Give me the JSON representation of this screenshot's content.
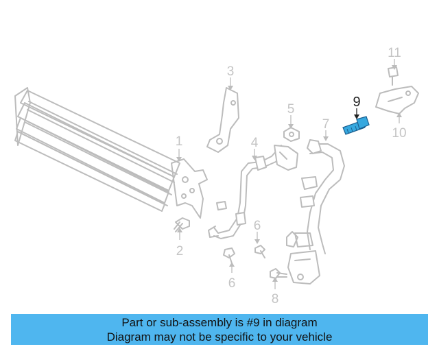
{
  "colors": {
    "accent": "#4fb6ef",
    "highlight_part": "#36a8df",
    "line_art": "#bcbcbc"
  },
  "diagram": {
    "callouts": [
      {
        "id": "1",
        "label": "1",
        "highlighted": false
      },
      {
        "id": "2",
        "label": "2",
        "highlighted": false
      },
      {
        "id": "3",
        "label": "3",
        "highlighted": false
      },
      {
        "id": "4",
        "label": "4",
        "highlighted": false
      },
      {
        "id": "5",
        "label": "5",
        "highlighted": false
      },
      {
        "id": "6a",
        "label": "6",
        "highlighted": false
      },
      {
        "id": "6b",
        "label": "6",
        "highlighted": false
      },
      {
        "id": "7",
        "label": "7",
        "highlighted": false
      },
      {
        "id": "8",
        "label": "8",
        "highlighted": false
      },
      {
        "id": "9",
        "label": "9",
        "highlighted": true
      },
      {
        "id": "10",
        "label": "10",
        "highlighted": false
      },
      {
        "id": "11",
        "label": "11",
        "highlighted": false
      }
    ]
  },
  "banner": {
    "line1": "Part or sub-assembly is #9 in diagram",
    "line2": "Diagram may not be specific to your vehicle"
  }
}
